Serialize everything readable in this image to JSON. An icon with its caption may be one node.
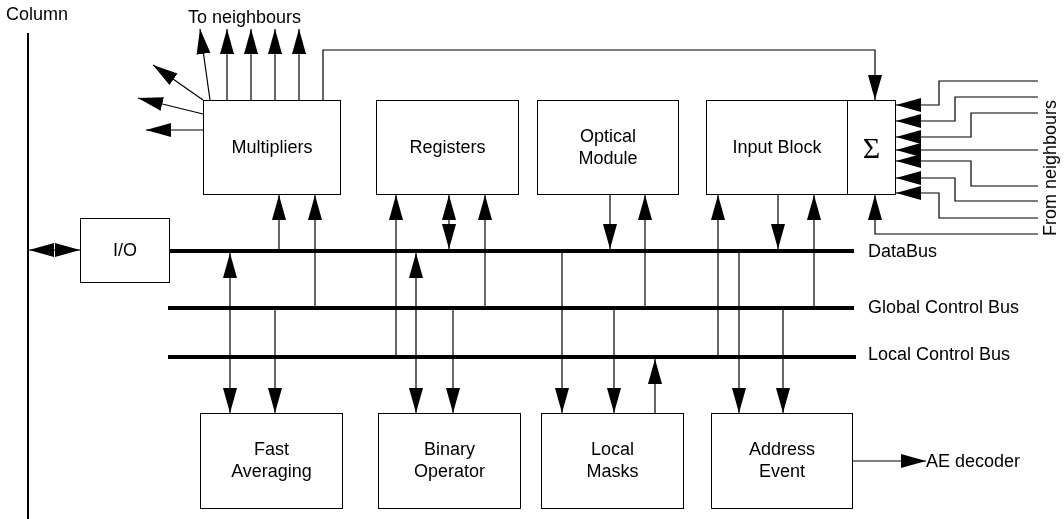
{
  "diagram": {
    "nodes": [
      {
        "text": [],
        "shape": "bar",
        "beside": [
          "Column"
        ]
      },
      {
        "text": [
          "Multipliers"
        ]
      },
      {
        "text": [
          "Registers"
        ]
      },
      {
        "text": [
          "Optical Module"
        ]
      },
      {
        "text": [
          "Input Block"
        ]
      },
      {
        "text": [
          "Σ"
        ]
      },
      {
        "text": [
          "I/O"
        ]
      },
      {
        "text": [],
        "shape": "bar",
        "beside": [
          "DataBus"
        ]
      },
      {
        "text": [],
        "shape": "bar",
        "beside": [
          "Global Control Bus"
        ]
      },
      {
        "text": [],
        "shape": "bar",
        "beside": [
          "Local Control Bus"
        ]
      },
      {
        "text": [
          "Fast Averaging"
        ]
      },
      {
        "text": [
          "Binary Operator"
        ]
      },
      {
        "text": [
          "Local Masks"
        ]
      },
      {
        "text": [
          "Address Event"
        ]
      },
      {
        "text": [
          "AE decoder"
        ]
      },
      {
        "text": [
          "To neighbours"
        ]
      },
      {
        "text": [
          "From neighbours"
        ]
      }
    ],
    "edges": [
      {
        "from": 6,
        "to": 0,
        "arrow": "both"
      },
      {
        "from": 7,
        "to": 1,
        "arrow": "to"
      },
      {
        "from": 8,
        "to": 1,
        "arrow": "to"
      },
      {
        "from": 9,
        "to": 2,
        "arrow": "to"
      },
      {
        "from": 7,
        "to": 2,
        "arrow": "both"
      },
      {
        "from": 8,
        "to": 2,
        "arrow": "to"
      },
      {
        "from": 3,
        "to": 7,
        "arrow": "to"
      },
      {
        "from": 8,
        "to": 3,
        "arrow": "to"
      },
      {
        "from": 9,
        "to": 4,
        "arrow": "to"
      },
      {
        "from": 4,
        "to": 7,
        "arrow": "to"
      },
      {
        "from": 8,
        "to": 4,
        "arrow": "to"
      },
      {
        "from": 7,
        "to": 10,
        "arrow": "both"
      },
      {
        "from": 8,
        "to": 10,
        "arrow": "to"
      },
      {
        "from": 7,
        "to": 11,
        "arrow": "both"
      },
      {
        "from": 8,
        "to": 11,
        "arrow": "to"
      },
      {
        "from": 7,
        "to": 12,
        "arrow": "to"
      },
      {
        "from": 8,
        "to": 12,
        "arrow": "to"
      },
      {
        "from": 12,
        "to": 9,
        "arrow": "to"
      },
      {
        "from": 7,
        "to": 13,
        "arrow": "to"
      },
      {
        "from": 8,
        "to": 13,
        "arrow": "to"
      },
      {
        "from": 13,
        "to": 14,
        "arrow": "to"
      },
      {
        "from": 1,
        "to": 5,
        "arrow": "to"
      },
      {
        "from": 16,
        "to": 5,
        "arrow": "to"
      },
      {
        "from": 16,
        "to": 5,
        "arrow": "to"
      },
      {
        "from": 16,
        "to": 5,
        "arrow": "to"
      },
      {
        "from": 16,
        "to": 5,
        "arrow": "to"
      },
      {
        "from": 16,
        "to": 5,
        "arrow": "to"
      },
      {
        "from": 16,
        "to": 5,
        "arrow": "to"
      },
      {
        "from": 16,
        "to": 5,
        "arrow": "to"
      },
      {
        "from": 16,
        "to": 5,
        "arrow": "to"
      },
      {
        "from": 1,
        "to": 15,
        "arrow": "to"
      },
      {
        "from": 1,
        "to": null,
        "arrow": "to"
      },
      {
        "from": 1,
        "to": null,
        "arrow": "to"
      },
      {
        "from": 1,
        "to": null,
        "arrow": "to"
      },
      {
        "from": 1,
        "to": 15,
        "arrow": "to"
      },
      {
        "from": 1,
        "to": 15,
        "arrow": "to"
      },
      {
        "from": 1,
        "to": 15,
        "arrow": "to"
      },
      {
        "from": 1,
        "to": 15,
        "arrow": "to"
      }
    ]
  }
}
